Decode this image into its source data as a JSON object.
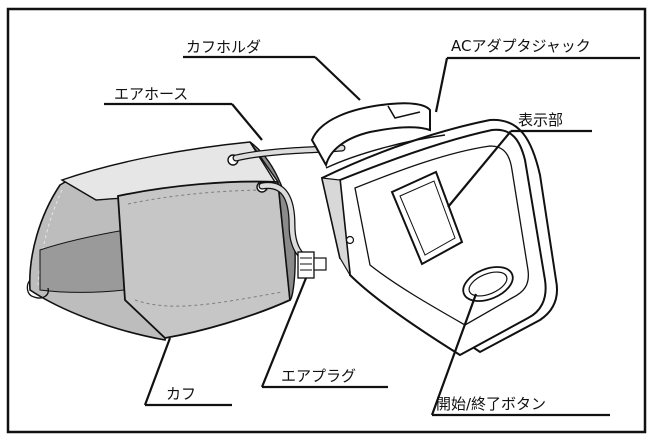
{
  "labels": {
    "cuff_holder": "カフホルダ",
    "ac_jack": "ACアダプタジャック",
    "air_hose": "エアホース",
    "display": "表示部",
    "cuff": "カフ",
    "air_plug": "エアプラグ",
    "start_stop_button": "開始/終了ボタン"
  },
  "colors": {
    "frame": "#111111",
    "cuff_light": "#c4c4c4",
    "cuff_mid": "#9a9a9a",
    "cuff_dark": "#7a7a7a",
    "cuff_band": "#e8e8e8",
    "hose": "#dcdcdc",
    "device_body": "#ffffff",
    "air_plug_underline": "#2e7d32"
  }
}
